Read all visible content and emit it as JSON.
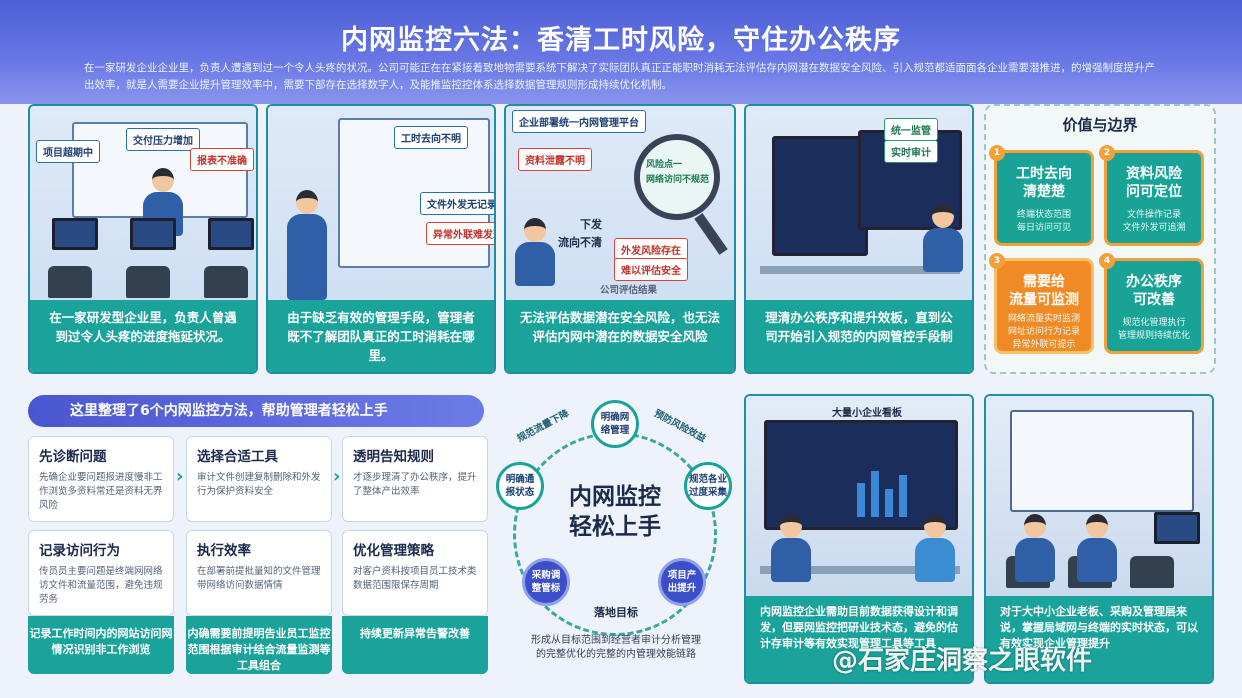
{
  "header": {
    "title": "内网监控六法：香清工时风险，守住办公秩序",
    "intro": "在一家研发企业企业里，负责人遭遇到过一个令人头疼的状况。公司可能正在在紧接着致地物需要系统下解决了实际团队真正正能职时消耗无法评估存内网潜在数据安全风险、引入规范都适面面各企业需要潜推进，的增强制度提升产出效率，就是人需要企业提升管理效率中，需要下部存在选择数字人，及能推监控控体系选择数据管理规则形成持续优化机制。"
  },
  "scenes": [
    {
      "tags": [
        "交付压力增加",
        "项目超期中",
        "报表不准确"
      ],
      "caption": "在一家研发型企业里，负责人曾遇到过令人头疼的进度拖延状况。"
    },
    {
      "tags": [
        "工时去向不明",
        "文件外发无记录",
        "异常外联难发现"
      ],
      "caption": "由于缺乏有效的管理手段，管理者既不了解团队真正的工时消耗在哪里。"
    },
    {
      "tags": [
        "企业部署统一内网管理平台",
        "资料泄露不明",
        "下发",
        "流向不清",
        "外发风险存在",
        "难以评估安全"
      ],
      "lens": [
        "风险点一",
        "网络访问不规范"
      ],
      "note": "公司评估结果",
      "caption": "无法评估数据潜在安全风险，也无法评估内网中潜在的数据安全风险"
    },
    {
      "tags": [
        "统一监管",
        "实时审计"
      ],
      "caption": "理清办公秩序和提升效板，直到公司开始引入规范的内网管控手段制"
    }
  ],
  "value": {
    "title": "价值与边界",
    "cards": [
      {
        "num": "1",
        "title": "工时去向\n清楚楚",
        "desc": "终端状态范围\n每日访问可见"
      },
      {
        "num": "2",
        "title": "资料风险\n问可定位",
        "desc": "文件操作记录\n文件外发可追溯"
      },
      {
        "num": "3",
        "title": "需要给\n流量可监测",
        "desc": "网络流量实时监测\n网址访问行为记录\n异常外联可提示"
      },
      {
        "num": "4",
        "title": "办公秩序\n可改善",
        "desc": "规范化管理执行\n管理规则持续优化"
      }
    ]
  },
  "banner": "这里整理了6个内网监控方法，帮助管理者轻松上手",
  "steps": [
    {
      "title": "先诊断问题",
      "desc": "先确企业要问题报进度慢非工作浏览多资料常还是资料无界风险"
    },
    {
      "title": "选择合适工具",
      "desc": "审计文件创建复制删除和外发行为保护资料安全"
    },
    {
      "title": "透明告知规则",
      "desc": "才逐步理清了办公秩序，提升了整体产出效率"
    },
    {
      "title": "记录访问行为",
      "desc": "传员员主要问题是终端网网络访文件和流量范围，避免违规劳务"
    },
    {
      "title": "执行效率",
      "desc": "在部署前提批量知的文件管理带网络访问数据情情"
    },
    {
      "title": "优化管理策略",
      "desc": "对客户资料按项目员工技术类数据范围限保存周期"
    }
  ],
  "foots": [
    "记录工作时间内的网站访问网情况识别非工作浏览",
    "内确需要前提明告业员工监控范围根据审计结合流量监测等工具组合",
    "持续更新异常告警改善"
  ],
  "cycle": {
    "center": "内网监控\n轻松上手",
    "nodes": [
      "明确网\n络管理",
      "规范各业\n过度采集",
      "项目产\n出提升",
      "采购调\n整管标",
      "明确通\n报状态"
    ],
    "arcs": [
      "规范流量下降",
      "预防风险效益"
    ],
    "land_title": "落地目标",
    "land_desc": "形成从目标范围到经营者审计分析管理的完整优化的完整的内管理效能链路"
  },
  "bottom_scenes": [
    {
      "screen_title": "大量小企业看板",
      "caption": "内网监控企业需助目前数据获得设计和调发，但要网监控把研业技术态，避免的估计存审计等有效实现管理工具等工具"
    },
    {
      "caption": "对于大中小企业老板、采购及管理层来说，掌握局域网与终端的实时状态，可以有效实现企业管理提升"
    }
  ],
  "watermark": "@石家庄洞察之眼软件"
}
